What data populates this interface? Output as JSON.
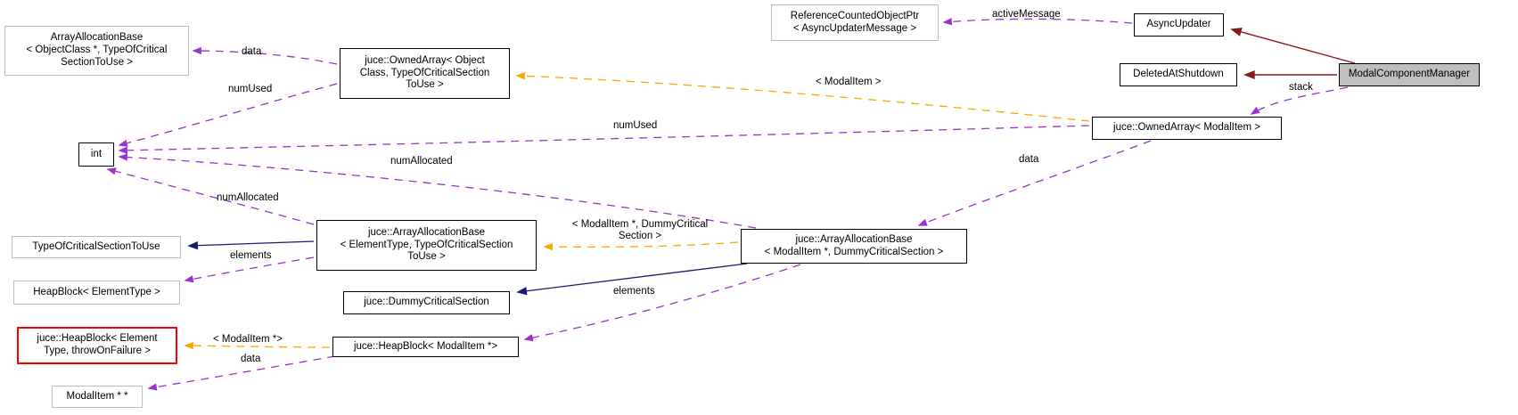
{
  "diagram": {
    "kind": "collaboration-graph",
    "colors": {
      "usage_edge": "#9a32cd",
      "template_instance_edge": "#ffa500",
      "inheritance_edge": "#191970",
      "private_inheritance_edge": "#8b1a1a",
      "focus_node_fill": "#bfbfbf",
      "normal_node_border": "#000000",
      "external_node_border": "#bdbdbd",
      "truncated_node_border": "#ff0000",
      "background": "#ffffff"
    },
    "nodes": {
      "aab_objectclass": {
        "label": "ArrayAllocationBase\n< ObjectClass *, TypeOfCritical\nSectionToUse >"
      },
      "ownedarray_objectclass": {
        "label": "juce::OwnedArray< Object\nClass, TypeOfCriticalSection\nToUse >"
      },
      "refcountedptr": {
        "label": "ReferenceCountedObjectPtr\n< AsyncUpdaterMessage >"
      },
      "asyncupdater": {
        "label": "AsyncUpdater"
      },
      "deletedatshutdown": {
        "label": "DeletedAtShutdown"
      },
      "modalcomponentmanager": {
        "label": "ModalComponentManager"
      },
      "ownedarray_modalitem": {
        "label": "juce::OwnedArray< ModalItem >"
      },
      "int": {
        "label": "int"
      },
      "typeofcriticalsectiontouse": {
        "label": "TypeOfCriticalSectionToUse"
      },
      "aab_elementtype": {
        "label": "juce::ArrayAllocationBase\n< ElementType, TypeOfCriticalSection\nToUse >"
      },
      "aab_modalitem": {
        "label": "juce::ArrayAllocationBase\n< ModalItem *, DummyCriticalSection >"
      },
      "heapblock_elementtype": {
        "label": "HeapBlock< ElementType >"
      },
      "dummycriticalsection": {
        "label": "juce::DummyCriticalSection"
      },
      "heapblock_throwonfailure": {
        "label": "juce::HeapBlock< Element\nType, throwOnFailure >"
      },
      "heapblock_modalitem": {
        "label": "juce::HeapBlock< ModalItem *>"
      },
      "modalitem_ptrptr": {
        "label": "ModalItem * *"
      }
    },
    "edge_labels": {
      "data1": "data",
      "numused1": "numUsed",
      "activemessage": "activeMessage",
      "stack": "stack",
      "tmpl_modalitem": "< ModalItem >",
      "numused2": "numUsed",
      "data2": "data",
      "numallocated1": "numAllocated",
      "numallocated2": "numAllocated",
      "elements1": "elements",
      "tmpl_modalitem_dummy": "< ModalItem *, DummyCritical\nSection >",
      "elements2": "elements",
      "tmpl_modalitem_ptr": "< ModalItem *>",
      "data3": "data"
    },
    "edges": [
      {
        "from": "ownedarray_objectclass",
        "to": "aab_objectclass",
        "label": "data",
        "kind": "usage"
      },
      {
        "from": "ownedarray_objectclass",
        "to": "int",
        "label": "numUsed",
        "kind": "usage"
      },
      {
        "from": "ownedarray_modalitem",
        "to": "int",
        "label": "numUsed",
        "kind": "usage"
      },
      {
        "from": "aab_modalitem",
        "to": "int",
        "label": "numAllocated",
        "kind": "usage"
      },
      {
        "from": "aab_elementtype",
        "to": "int",
        "label": "numAllocated",
        "kind": "usage"
      },
      {
        "from": "aab_elementtype",
        "to": "typeofcriticalsectiontouse",
        "label": "",
        "kind": "inheritance"
      },
      {
        "from": "aab_elementtype",
        "to": "heapblock_elementtype",
        "label": "elements",
        "kind": "usage"
      },
      {
        "from": "ownedarray_modalitem",
        "to": "ownedarray_objectclass",
        "label": "< ModalItem >",
        "kind": "template-instance"
      },
      {
        "from": "ownedarray_modalitem",
        "to": "aab_modalitem",
        "label": "data",
        "kind": "usage"
      },
      {
        "from": "aab_modalitem",
        "to": "aab_elementtype",
        "label": "< ModalItem *, DummyCriticalSection >",
        "kind": "template-instance"
      },
      {
        "from": "aab_modalitem",
        "to": "dummycriticalsection",
        "label": "",
        "kind": "inheritance"
      },
      {
        "from": "aab_modalitem",
        "to": "heapblock_modalitem",
        "label": "elements",
        "kind": "usage"
      },
      {
        "from": "heapblock_modalitem",
        "to": "heapblock_throwonfailure",
        "label": "< ModalItem *>",
        "kind": "template-instance"
      },
      {
        "from": "heapblock_modalitem",
        "to": "modalitem_ptrptr",
        "label": "data",
        "kind": "usage"
      },
      {
        "from": "modalcomponentmanager",
        "to": "ownedarray_modalitem",
        "label": "stack",
        "kind": "usage"
      },
      {
        "from": "modalcomponentmanager",
        "to": "asyncupdater",
        "label": "",
        "kind": "private-inheritance"
      },
      {
        "from": "modalcomponentmanager",
        "to": "deletedatshutdown",
        "label": "",
        "kind": "private-inheritance"
      },
      {
        "from": "asyncupdater",
        "to": "refcountedptr",
        "label": "activeMessage",
        "kind": "usage"
      }
    ]
  }
}
